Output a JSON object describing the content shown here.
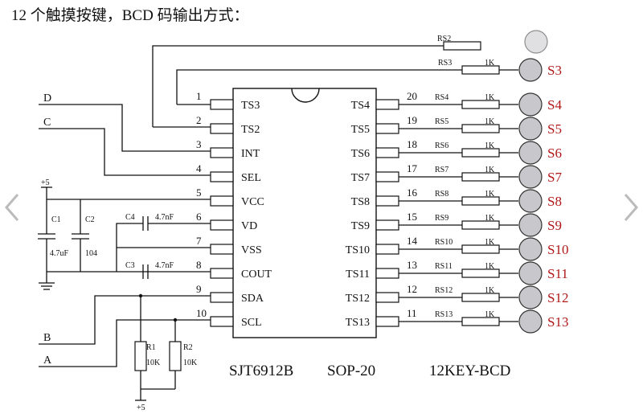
{
  "title": "12 个触摸按键，BCD 码输出方式：",
  "chip": {
    "left_pins": [
      {
        "num": "1",
        "name": "TS3"
      },
      {
        "num": "2",
        "name": "TS2"
      },
      {
        "num": "3",
        "name": "INT"
      },
      {
        "num": "4",
        "name": "SEL"
      },
      {
        "num": "5",
        "name": "VCC"
      },
      {
        "num": "6",
        "name": "VD"
      },
      {
        "num": "7",
        "name": "VSS"
      },
      {
        "num": "8",
        "name": "COUT"
      },
      {
        "num": "9",
        "name": "SDA"
      },
      {
        "num": "10",
        "name": "SCL"
      }
    ],
    "right_pins": [
      {
        "num": "20",
        "name": "TS4"
      },
      {
        "num": "19",
        "name": "TS5"
      },
      {
        "num": "18",
        "name": "TS6"
      },
      {
        "num": "17",
        "name": "TS7"
      },
      {
        "num": "16",
        "name": "TS8"
      },
      {
        "num": "15",
        "name": "TS9"
      },
      {
        "num": "14",
        "name": "TS10"
      },
      {
        "num": "13",
        "name": "TS11"
      },
      {
        "num": "12",
        "name": "TS12"
      },
      {
        "num": "11",
        "name": "TS13"
      }
    ]
  },
  "touch_channels": [
    {
      "res": "RS4",
      "val": "1K",
      "label": "S4"
    },
    {
      "res": "RS5",
      "val": "1K",
      "label": "S5"
    },
    {
      "res": "RS6",
      "val": "1K",
      "label": "S6"
    },
    {
      "res": "RS7",
      "val": "1K",
      "label": "S7"
    },
    {
      "res": "RS8",
      "val": "1K",
      "label": "S8"
    },
    {
      "res": "RS9",
      "val": "1K",
      "label": "S9"
    },
    {
      "res": "RS10",
      "val": "1K",
      "label": "S10"
    },
    {
      "res": "RS11",
      "val": "1K",
      "label": "S11"
    },
    {
      "res": "RS12",
      "val": "1K",
      "label": "S12"
    },
    {
      "res": "RS13",
      "val": "1K",
      "label": "S13"
    }
  ],
  "top_channels": [
    {
      "res": "RS2",
      "val": "",
      "label": ""
    },
    {
      "res": "RS3",
      "val": "1K",
      "label": "S3"
    }
  ],
  "signals": {
    "d": "D",
    "c": "C",
    "b": "B",
    "a": "A"
  },
  "components": {
    "c1": "C1",
    "c1_val": "4.7uF",
    "c2": "C2",
    "c2_val": "104",
    "c3": "C3",
    "c3_val": "4.7nF",
    "c4": "C4",
    "c4_val": "4.7nF",
    "r1": "R1",
    "r1_val": "10K",
    "r2": "R2",
    "r2_val": "10K",
    "vplus_top": "+5",
    "vplus_bottom": "+5"
  },
  "footer": {
    "part": "SJT6912B",
    "package": "SOP-20",
    "mode": "12KEY-BCD"
  }
}
